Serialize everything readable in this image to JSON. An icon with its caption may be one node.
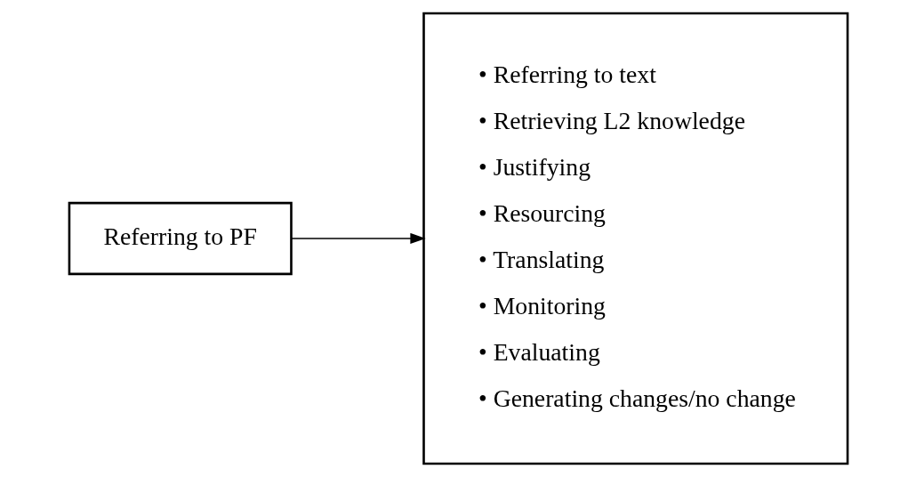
{
  "diagram": {
    "nodes": [
      {
        "text": [
          "Referring to PF"
        ]
      },
      {
        "text": [
          "• Referring to text",
          "• Retrieving L2 knowledge",
          "• Justifying",
          "• Resourcing",
          "• Translating",
          "• Monitoring",
          "• Evaluating",
          "• Generating changes/no change"
        ]
      }
    ],
    "edges": [
      {
        "from": 0,
        "to": 1,
        "arrow": "to"
      }
    ]
  }
}
